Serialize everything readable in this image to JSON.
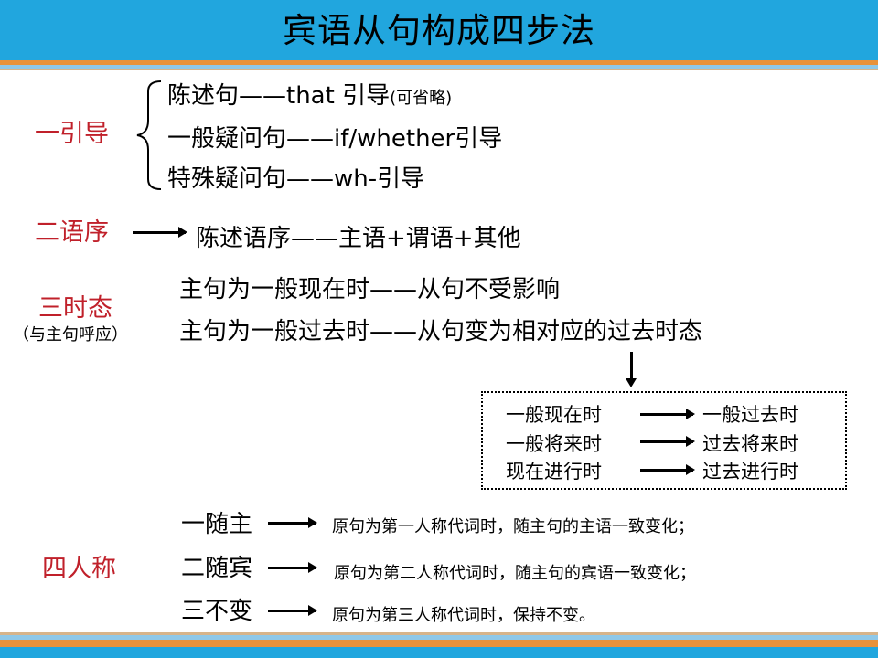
{
  "title": "宾语从句构成四步法",
  "section1": {
    "label": "一引导",
    "items": [
      {
        "main": "陈述句——that 引导",
        "note": "(可省略)"
      },
      {
        "main": "一般疑问句——if/whether引导",
        "note": ""
      },
      {
        "main": "特殊疑问句——wh-引导",
        "note": ""
      }
    ]
  },
  "section2": {
    "label": "二语序",
    "text": "陈述语序——主语+谓语+其他"
  },
  "section3": {
    "label": "三时态",
    "sublabel": "（与主句呼应）",
    "lines": [
      "主句为一般现在时——从句不受影响",
      "主句为一般过去时——从句变为相对应的过去时态"
    ],
    "conversions": [
      {
        "from": "一般现在时",
        "to": "一般过去时"
      },
      {
        "from": "一般将来时",
        "to": "过去将来时"
      },
      {
        "from": "现在进行时",
        "to": "过去进行时"
      }
    ]
  },
  "section4": {
    "label": "四人称",
    "rules": [
      {
        "key": "一随主",
        "desc": "原句为第一人称代词时，随主句的主语一致变化；"
      },
      {
        "key": "二随宾",
        "desc": "原句为第二人称代词时，随主句的宾语一致变化；"
      },
      {
        "key": "三不变",
        "desc": "原句为第三人称代词时，保持不变。"
      }
    ]
  },
  "colors": {
    "header": "#21a6de",
    "accent_red": "#c0202a",
    "stripe_orange": "#e8923a"
  }
}
